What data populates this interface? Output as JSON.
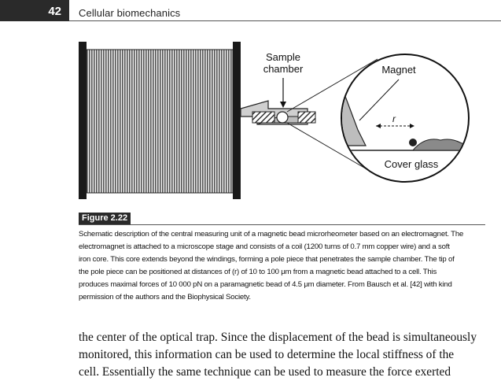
{
  "header": {
    "page_number": "42",
    "running_title": "Cellular biomechanics"
  },
  "figure": {
    "labels": {
      "sample_chamber": [
        "Sample",
        "chamber"
      ],
      "magnet": "Magnet",
      "r": "r",
      "cover_glass": "Cover glass"
    },
    "label": "Figure 2.22",
    "caption": "Schematic description of the central measuring unit of a magnetic bead microrheometer based on an electromagnet. The\nelectromagnet is attached to a microscope stage and consists of a coil (1200 turns of 0.7 mm copper wire) and a soft\niron core. This core extends beyond the windings, forming a pole piece that penetrates the sample chamber. The tip of\nthe pole piece can be positioned at distances of (r) of 10 to 100 μm from a magnetic bead attached to a cell. This\nproduces maximal forces of 10 000 pN on a paramagnetic bead of 4.5 μm diameter. From Bausch et al. [42] with kind\npermission of the authors and the Biophysical Society."
  },
  "body": {
    "text": "the center of the optical trap. Since the displacement of the bead is simultaneously\nmonitored, this information can be used to determine the local stiffness of the\ncell. Essentially the same technique can be used to measure the force exerted"
  }
}
